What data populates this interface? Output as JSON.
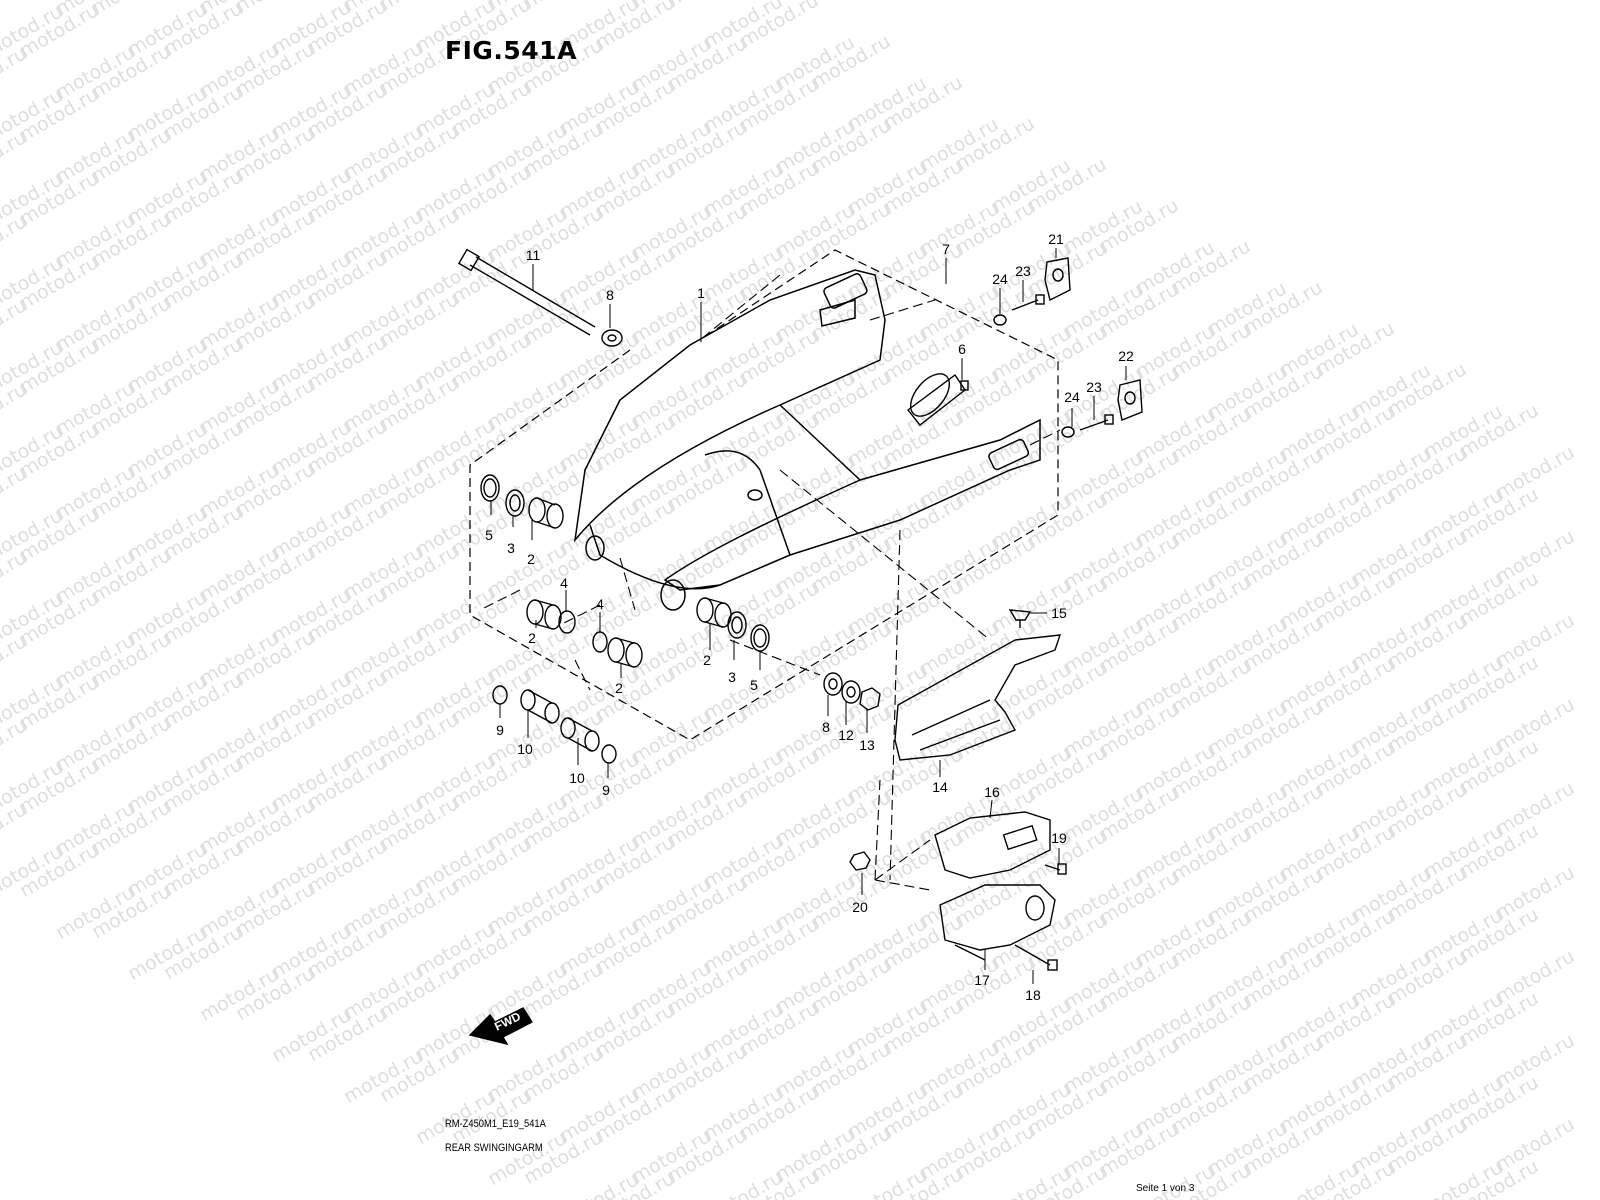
{
  "figure": {
    "title": "FIG.541A",
    "model_code": "RM-Z450M1_E19_541A",
    "part_group_name": "REAR SWINGINGARM",
    "page_indicator": "Seite 1 von 3",
    "watermark": "motod.ru",
    "fwd_label": "FWD"
  },
  "callouts": [
    {
      "ref": "11",
      "part": "pivot-shaft"
    },
    {
      "ref": "8",
      "part": "washer"
    },
    {
      "ref": "1",
      "part": "swingarm"
    },
    {
      "ref": "7",
      "part": "chain-adjuster-plate"
    },
    {
      "ref": "6",
      "part": "screw"
    },
    {
      "ref": "21",
      "part": "chain-adjuster-left"
    },
    {
      "ref": "24",
      "part": "nut"
    },
    {
      "ref": "23",
      "part": "adjuster-bolt"
    },
    {
      "ref": "22",
      "part": "chain-adjuster-right"
    },
    {
      "ref": "24",
      "part": "nut"
    },
    {
      "ref": "23",
      "part": "adjuster-bolt"
    },
    {
      "ref": "5",
      "part": "dust-seal"
    },
    {
      "ref": "3",
      "part": "spacer"
    },
    {
      "ref": "2",
      "part": "needle-bearing"
    },
    {
      "ref": "4",
      "part": "circlip"
    },
    {
      "ref": "2",
      "part": "needle-bearing"
    },
    {
      "ref": "4",
      "part": "circlip"
    },
    {
      "ref": "2",
      "part": "needle-bearing"
    },
    {
      "ref": "2",
      "part": "needle-bearing"
    },
    {
      "ref": "3",
      "part": "spacer"
    },
    {
      "ref": "5",
      "part": "dust-seal"
    },
    {
      "ref": "9",
      "part": "seal"
    },
    {
      "ref": "10",
      "part": "collar"
    },
    {
      "ref": "10",
      "part": "collar"
    },
    {
      "ref": "9",
      "part": "seal"
    },
    {
      "ref": "8",
      "part": "washer"
    },
    {
      "ref": "12",
      "part": "washer"
    },
    {
      "ref": "13",
      "part": "nut"
    },
    {
      "ref": "15",
      "part": "screw"
    },
    {
      "ref": "14",
      "part": "chain-slider"
    },
    {
      "ref": "16",
      "part": "chain-guide"
    },
    {
      "ref": "19",
      "part": "bolt"
    },
    {
      "ref": "20",
      "part": "nut"
    },
    {
      "ref": "17",
      "part": "chain-guide-bracket"
    },
    {
      "ref": "18",
      "part": "bolt"
    }
  ]
}
